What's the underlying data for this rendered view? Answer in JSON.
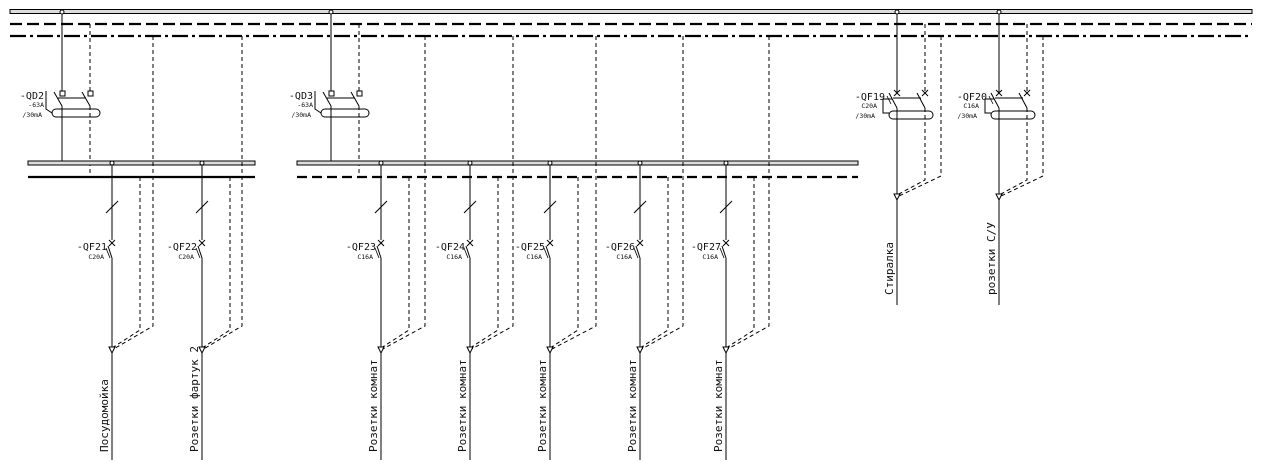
{
  "diagram": {
    "type": "single-line electrical panel schematic",
    "rcd_groups": [
      {
        "id": "-QD2",
        "rating": "-63A",
        "leak": "/30mA",
        "feeders": [
          {
            "id": "-QF21",
            "rating": "C20A",
            "load": "Посудомойка"
          },
          {
            "id": "-QF22",
            "rating": "C20A",
            "load": "Розетки фартук 2"
          }
        ]
      },
      {
        "id": "-QD3",
        "rating": "-63A",
        "leak": "/30mA",
        "feeders": [
          {
            "id": "-QF23",
            "rating": "C16A",
            "load": "Розетки комнат"
          },
          {
            "id": "-QF24",
            "rating": "C16A",
            "load": "Розетки комнат"
          },
          {
            "id": "-QF25",
            "rating": "C16A",
            "load": "Розетки комнат"
          },
          {
            "id": "-QF26",
            "rating": "C16A",
            "load": "Розетки комнат"
          },
          {
            "id": "-QF27",
            "rating": "C16A",
            "load": "Розетки комнат"
          }
        ]
      }
    ],
    "rcbos": [
      {
        "id": "-QF19",
        "rating": "C20A",
        "leak": "/30mA",
        "load": "Стиралка"
      },
      {
        "id": "-QF20",
        "rating": "C16A",
        "leak": "/30mA",
        "load": "розетки С/У"
      }
    ]
  }
}
